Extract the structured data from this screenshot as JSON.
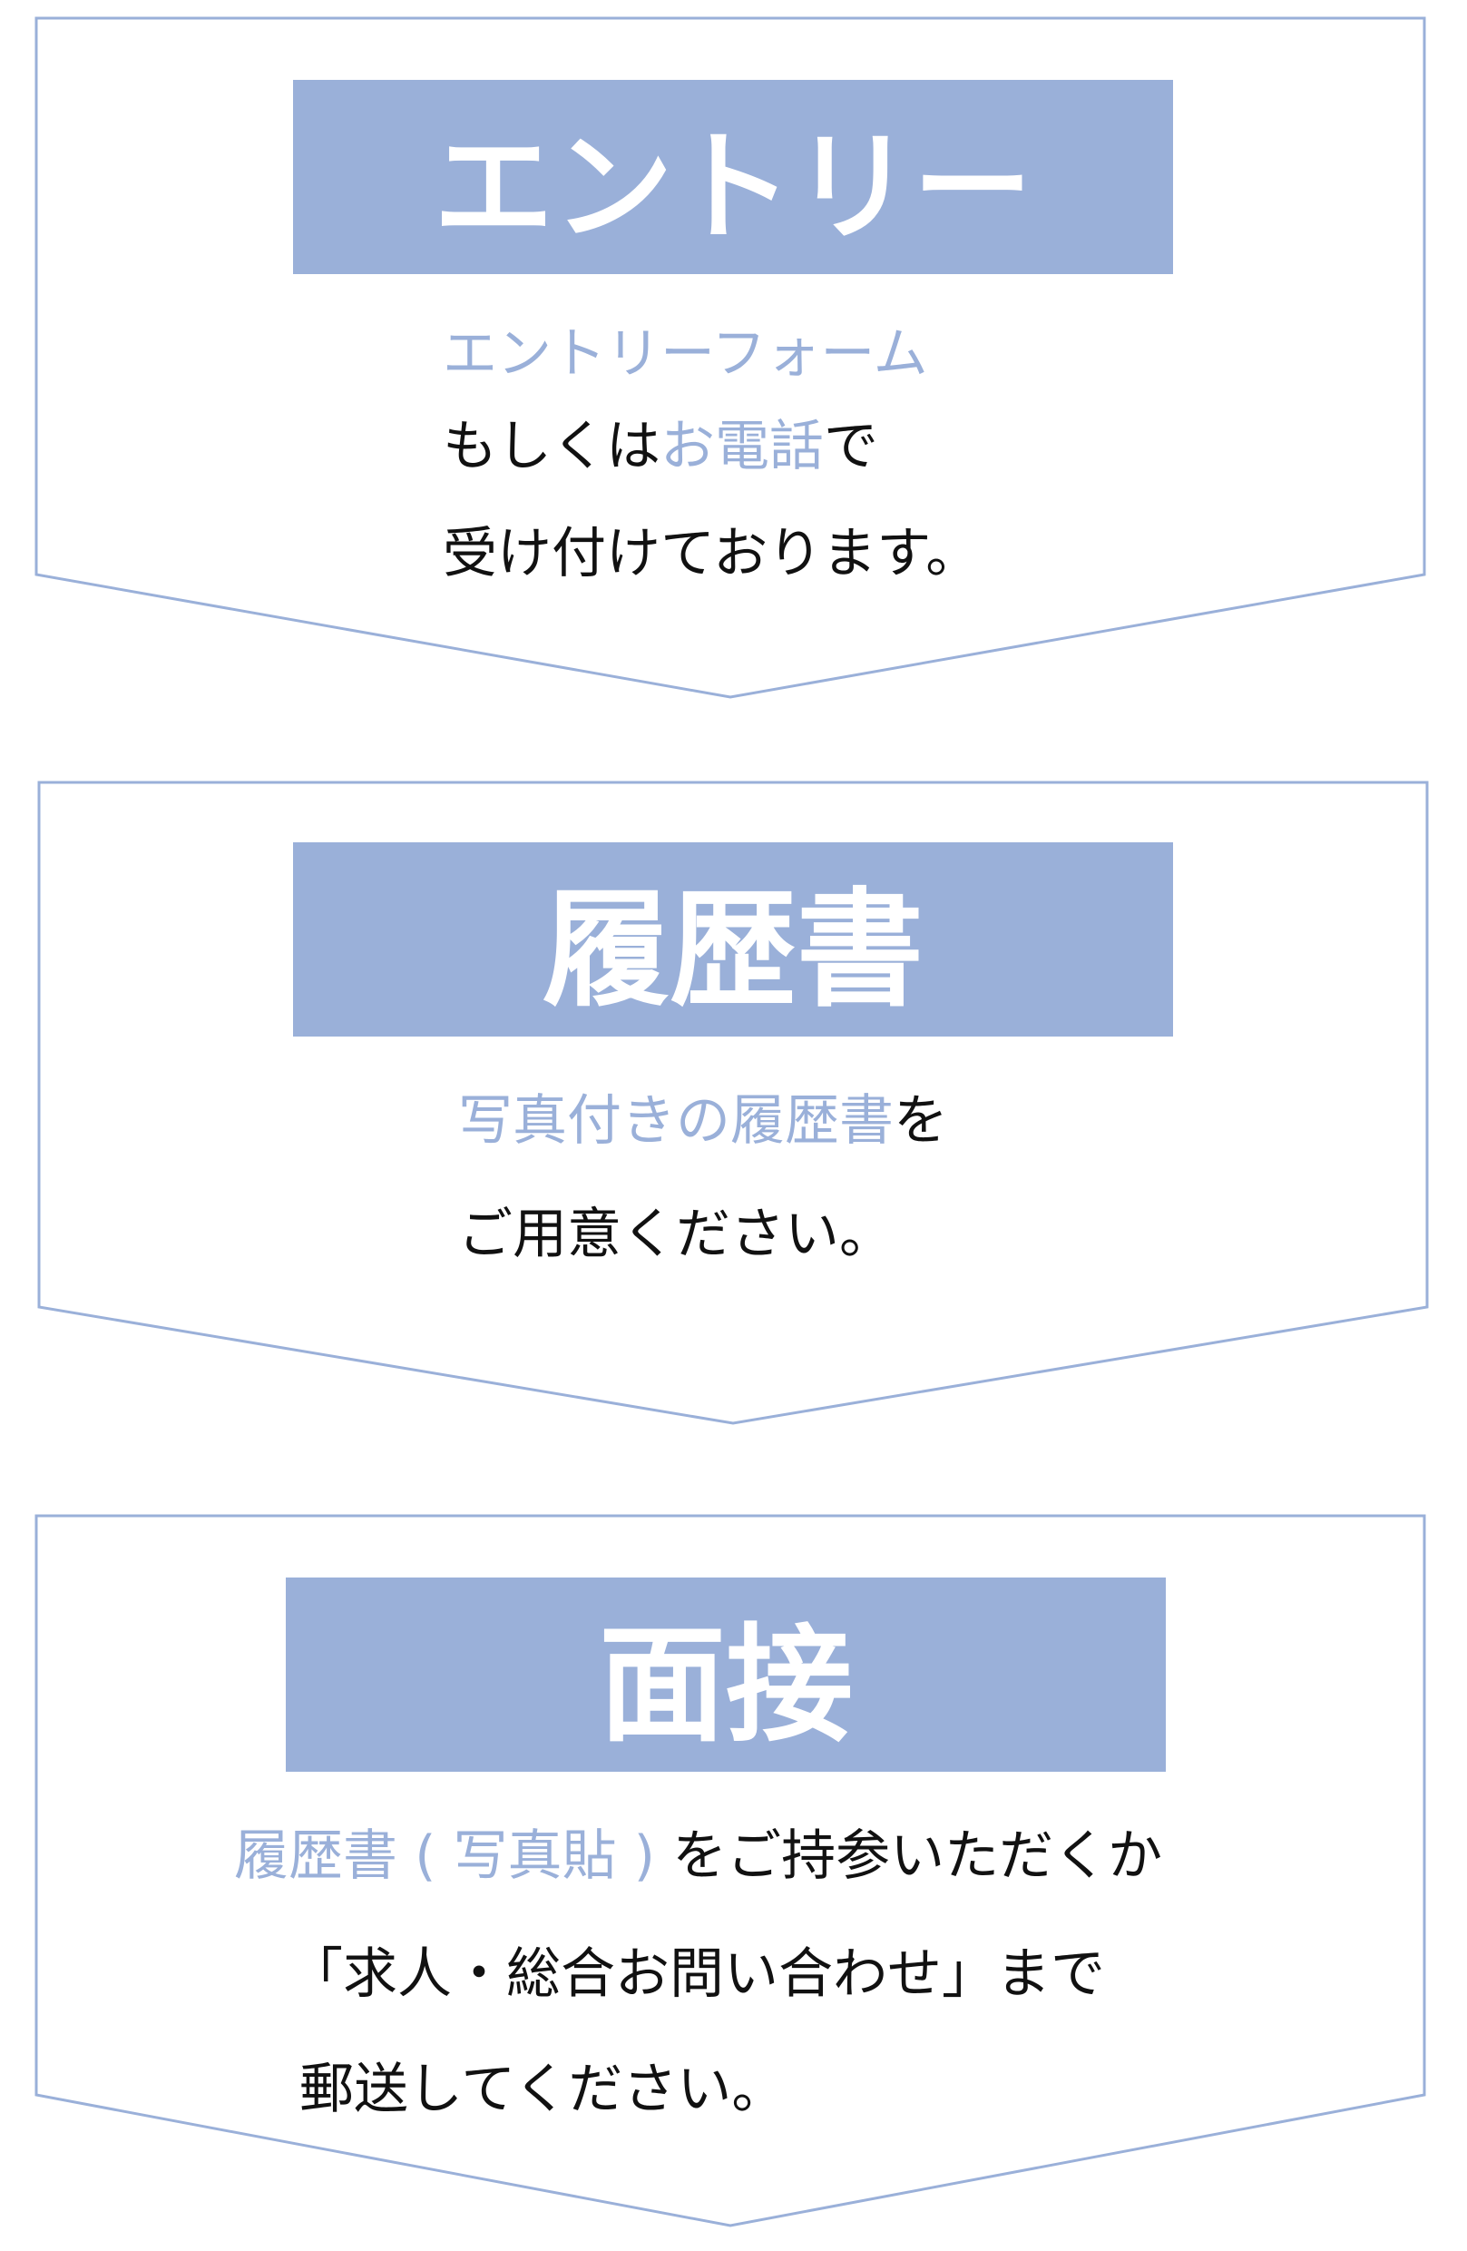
{
  "colors": {
    "accent": "#9ab0d9",
    "outline": "#9ab0d9",
    "text": "#111111",
    "title_text": "#ffffff"
  },
  "steps": [
    {
      "title": "エントリー",
      "lines": [
        [
          {
            "text": "エントリーフォーム",
            "accent": true
          }
        ],
        [
          {
            "text": "もしくは",
            "accent": false
          },
          {
            "text": "お電話",
            "accent": true
          },
          {
            "text": "で",
            "accent": false
          }
        ],
        [
          {
            "text": "受け付けております。",
            "accent": false
          }
        ]
      ]
    },
    {
      "title": "履歴書",
      "lines": [
        [
          {
            "text": "写真付きの履歴書",
            "accent": true
          },
          {
            "text": "を",
            "accent": false
          }
        ],
        [
          {
            "text": "ご用意ください。",
            "accent": false
          }
        ]
      ]
    },
    {
      "title": "面接",
      "lines": [
        [
          {
            "text": "履歴書 ( 写真貼 ) ",
            "accent": true
          },
          {
            "text": "をご持参いただくか",
            "accent": false
          }
        ],
        [
          {
            "text": "「求人・総合お問い合わせ」まで",
            "accent": false
          }
        ],
        [
          {
            "text": "郵送してください。",
            "accent": false
          }
        ]
      ]
    }
  ]
}
